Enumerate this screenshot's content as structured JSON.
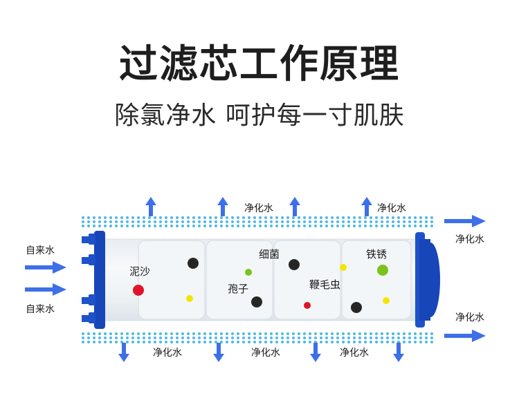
{
  "title": "过滤芯工作原理",
  "subtitle": "除氯净水 呵护每一寸肌肤",
  "labels": {
    "purified_water": "净化水",
    "tap_water": "自来水",
    "sediment": "泥沙",
    "bacteria": "细菌",
    "rust": "铁锈",
    "spores": "孢子",
    "flagellates": "鞭毛虫"
  },
  "colors": {
    "arrow_blue": "#3d6fe8",
    "dots_blue": "#4db8e8",
    "cap_blue": "#1746b8",
    "contaminant_red": "#e01428",
    "contaminant_green": "#7cc21c",
    "contaminant_yellow": "#f2e600",
    "contaminant_black": "#262626"
  }
}
